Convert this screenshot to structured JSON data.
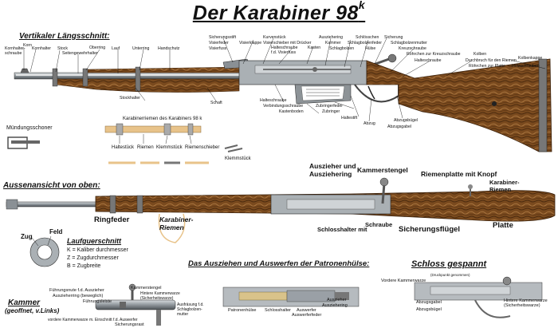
{
  "title": {
    "text": "Der Karabiner 98",
    "superscript": "k"
  },
  "sections": {
    "vertical": "Vertikaler Längsschnitt:",
    "outside": "Aussenansicht von oben:",
    "extraction": "Das Ausziehen und Auswerfen der Patronenhülse:",
    "cocked": "Schloss gespannt",
    "bolt_title": "Kammer",
    "bolt_sub": "(geoffnet, v.Links)",
    "bore_title": "Laufguerschnitt"
  },
  "section_labels": {
    "korn": "Korn",
    "kornhalter_schraube": "Kornhalter-\nschraube",
    "kornhalter": "Kornhalter",
    "stock": "Stock",
    "seitengewehrhalter": "Seitengewehrhalter",
    "oberring": "Oberring",
    "lauf": "Lauf",
    "unterring": "Unterring",
    "handschutz": "Handschutz",
    "stockhalter": "Stockhalter",
    "schaft": "Schaft",
    "sicherungsstift": "Sicherungsstift",
    "visierfeder": "Visierfeder",
    "visierfuss": "Visierfuss",
    "visierklappe": "Visierklappe",
    "kurvenstuck": "Kurvenstück",
    "visierschieber": "Visierschieber mit Drücker",
    "halteschraube_visier": "Halteschraube\nf.d. Visierfuss",
    "kasten": "Kasten",
    "ausziehering": "Ausziehering",
    "kammer": "Kammer",
    "schlagbolzen": "Schlagbolzen",
    "schlosschen": "Schlösschen",
    "schlagbolzenfeder": "Schlagbolzenfeder",
    "hulse": "Hülse",
    "sicherung": "Sicherung",
    "schlagbolzenmutter": "Schlagbolzenmutter",
    "kreuzschraube": "Kreuzschraube",
    "rohrchen_kreuzschraube": "Röhrchen zur Kreuzschraube",
    "halteschraube": "Halteschraube",
    "kolben": "Kolben",
    "durchbruch": "Durchbruch für den Riemen",
    "rohrchen_platte": "Röhrchen zur Platte",
    "kolbenkappe": "Kolbenkappe",
    "holzschrauben": "Holzschrauben",
    "halteschraube2": "Halteschraube",
    "verbindungsschraube": "Verbindungsschraube",
    "kastenboden": "Kastenboden",
    "zubringerfeder": "Zubringerfeder",
    "zubringer": "Zubringer",
    "haltestift": "Haltestift",
    "abzug": "Abzug",
    "abzugsbugel": "Abzugsbügel",
    "abzugsgabel": "Abzugsgabel"
  },
  "sling": {
    "mundungsschoner": "Mündungsschoner",
    "karabinerriemen_title": "Karabinerriemen des Karabiners 98 k",
    "haltestuck": "Haltestück",
    "riemen": "Riemen",
    "klemmstuck": "Klemmstück",
    "riemenschieber": "Riemenschieber",
    "klemmstuck2": "Klemmstück"
  },
  "outside_labels": {
    "ausziehring": "Auszieher und\nAusziehering",
    "kammerstengel": "Kammerstengel",
    "riemenplatte": "Riemenplatte mit Knopf",
    "karabiner_riemen_right": "Karabiner-\nRiemen",
    "ringfeder": "Ringfeder",
    "karabiner_riemen_left": "Karabiner-\nRiemen",
    "schlosshalter": "Schlosshalter mit",
    "schraube": "Schraube",
    "sicherungsflugel": "Sicherungsflügel",
    "platte": "Platte"
  },
  "bore": {
    "zug": "Zug",
    "feld": "Feld",
    "k": "K = Kaliber durchmesser",
    "z": "Z = Zugdurchmesser",
    "b": "B = Zugbreite"
  },
  "bolt_labels": {
    "fuhrungsnute": "Führungsnute f.d. Auszieher",
    "auszieherring_bew": "Auszieherring (beweglich)",
    "fuhrungsleiste": "Führungsleiste",
    "kammerstengel": "Kammerstengel",
    "hintere_kammerwarze": "Hintere Kammerwarze\n(Sicherheitswarze)",
    "ausfrasung": "Ausfräsung f.d.\nSchlagbolzen-\nmutter",
    "vordere_kammerwarze": "vordere Kammerwarze m. Einschnitt f.d. Auswerfer",
    "sicherungsrast": "Sicherungsrast"
  },
  "extraction_labels": {
    "patronenhulse": "Patronenhülse",
    "schlosshalter": "Schlosshalter",
    "auswerfer": "Auswerfer",
    "auswerferfeder": "Auswerferfeder",
    "auszieher": "Auszieher",
    "ausziehering": "Ausziehering"
  },
  "cocked_labels": {
    "druckpunkt": "(Druckpunkt genommen)",
    "vordere_kammerwarze": "Vordere Kammerwarze",
    "abzugsgabel": "Abzugsgabel",
    "abzugsbugel": "Abzugsbügel",
    "hintere_kammerwarze": "Hintere Kammerwarze\n(Sicherheitswarze)"
  },
  "colors": {
    "wood": "#7a4a1e",
    "wood_dark": "#4a2a0e",
    "wood_light": "#a8743e",
    "metal": "#9aa0a6",
    "metal_dark": "#555b60"
  }
}
